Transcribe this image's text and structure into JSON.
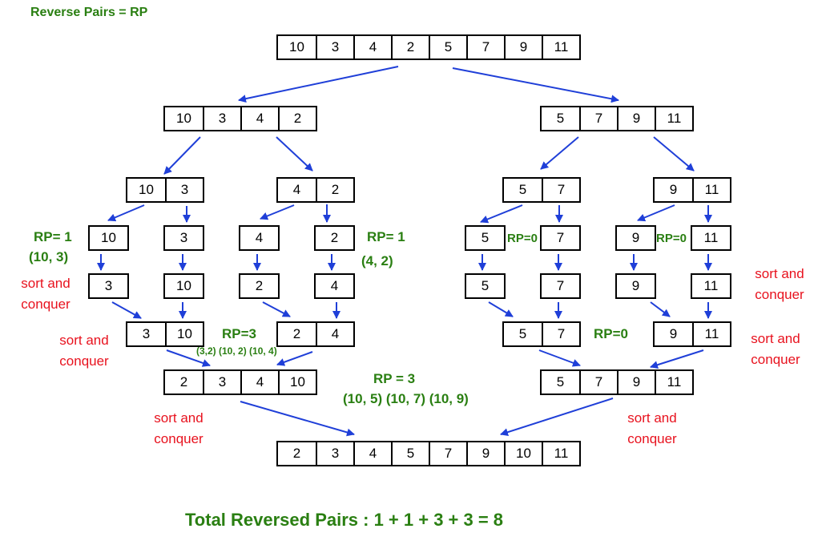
{
  "legend": "Reverse Pairs = RP",
  "arrays": {
    "root": [
      "10",
      "3",
      "4",
      "2",
      "5",
      "7",
      "9",
      "11"
    ],
    "l1_left": [
      "10",
      "3",
      "4",
      "2"
    ],
    "l1_right": [
      "5",
      "7",
      "9",
      "11"
    ],
    "l2_a": [
      "10",
      "3"
    ],
    "l2_b": [
      "4",
      "2"
    ],
    "l2_c": [
      "5",
      "7"
    ],
    "l2_d": [
      "9",
      "11"
    ],
    "leaf1": [
      "10"
    ],
    "leaf2": [
      "3"
    ],
    "leaf3": [
      "4"
    ],
    "leaf4": [
      "2"
    ],
    "leaf5": [
      "5"
    ],
    "leaf6": [
      "7"
    ],
    "leaf7": [
      "9"
    ],
    "leaf8": [
      "11"
    ],
    "sorted1": [
      "3"
    ],
    "sorted2": [
      "10"
    ],
    "sorted3": [
      "2"
    ],
    "sorted4": [
      "4"
    ],
    "sorted5": [
      "5"
    ],
    "sorted6": [
      "7"
    ],
    "sorted7": [
      "9"
    ],
    "sorted8": [
      "11"
    ],
    "merge2_a": [
      "3",
      "10"
    ],
    "merge2_b": [
      "2",
      "4"
    ],
    "merge2_c": [
      "5",
      "7"
    ],
    "merge2_d": [
      "9",
      "11"
    ],
    "merge4_left": [
      "2",
      "3",
      "4",
      "10"
    ],
    "merge4_right": [
      "5",
      "7",
      "9",
      "11"
    ],
    "final": [
      "2",
      "3",
      "4",
      "5",
      "7",
      "9",
      "10",
      "11"
    ]
  },
  "labels": {
    "rp_1_left": "RP= 1",
    "pair_10_3": "(10, 3)",
    "rp_1_right": "RP= 1",
    "pair_4_2": "(4, 2)",
    "rp0_a": "RP=0",
    "rp0_b": "RP=0",
    "rp3_small": "RP=3",
    "pairs_small": "(3,2) (10, 2) (10, 4)",
    "rp0_mid": "RP=0",
    "rp3_big": "RP = 3",
    "pairs_big": "(10, 5) (10, 7) (10, 9)",
    "sc1": "sort and\nconquer",
    "sc2": "sort and\nconquer",
    "sc3": "sort and\nconquer",
    "sc4": "sort and\nconquer",
    "sc5": "sort and\nconquer",
    "sc6": "sort and\nconquer",
    "total": "Total Reversed Pairs : 1 + 1 + 3 + 3 = 8"
  },
  "colors": {
    "arrow": "#1f3fd8",
    "green": "#2a7f12",
    "red": "#e8121e",
    "border": "#000000"
  }
}
